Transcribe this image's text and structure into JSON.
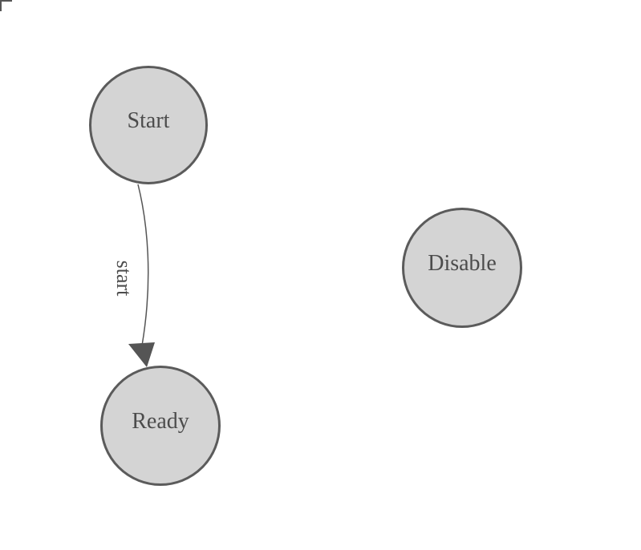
{
  "diagram": {
    "kind": "statechart",
    "background": "#ffffff",
    "colors": {
      "node_fill": "#d4d4d4",
      "node_stroke": "#5b5b5b",
      "node_text": "#4c4c4c",
      "edge_stroke": "#555555",
      "edge_text": "#4c4c4c",
      "corner_mark": "#565656"
    },
    "states": [
      {
        "id": "start",
        "label": "Start"
      },
      {
        "id": "ready",
        "label": "Ready"
      },
      {
        "id": "disable",
        "label": "Disable"
      }
    ],
    "transitions": [
      {
        "from": "Start",
        "to": "Ready",
        "label": "start"
      }
    ]
  }
}
